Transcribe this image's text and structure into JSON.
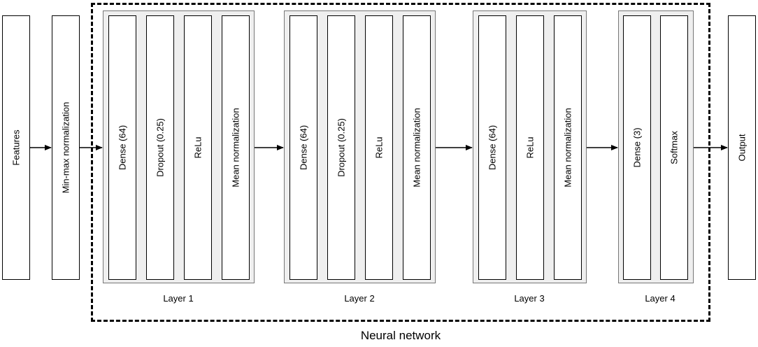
{
  "input": {
    "label": "Features"
  },
  "preprocessing": {
    "label": "Min-max normalization"
  },
  "network": {
    "title": "Neural network",
    "layers": [
      {
        "caption": "Layer 1",
        "units": [
          "Dense (64)",
          "Dropout (0.25)",
          "ReLu",
          "Mean normalization"
        ]
      },
      {
        "caption": "Layer 2",
        "units": [
          "Dense (64)",
          "Dropout (0.25)",
          "ReLu",
          "Mean normalization"
        ]
      },
      {
        "caption": "Layer 3",
        "units": [
          "Dense (64)",
          "ReLu",
          "Mean normalization"
        ]
      },
      {
        "caption": "Layer 4",
        "units": [
          "Dense (3)",
          "Softmax"
        ]
      }
    ]
  },
  "output": {
    "label": "Output"
  }
}
